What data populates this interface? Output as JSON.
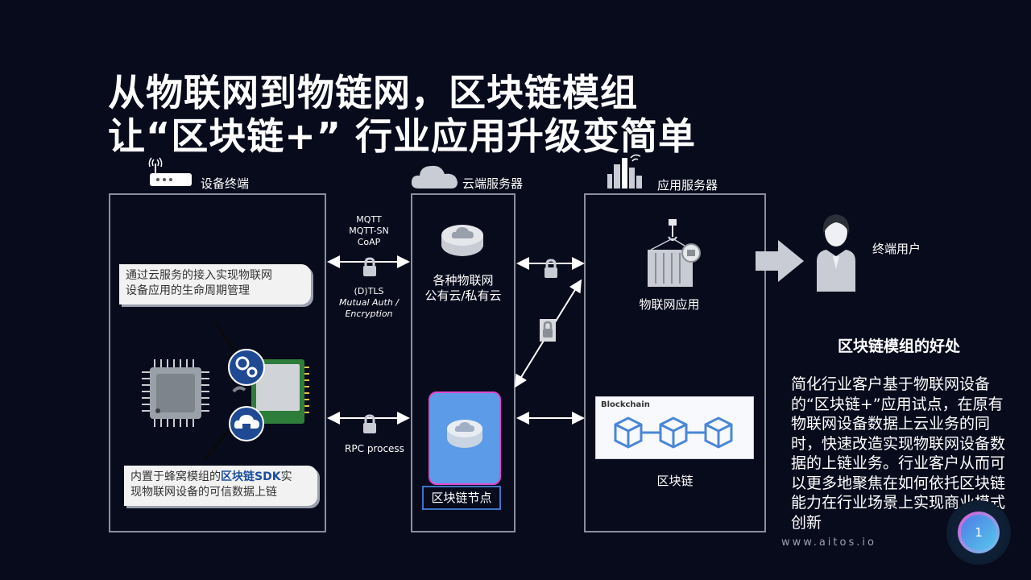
{
  "title": {
    "line1": "从物联网到物链网，区块链模组",
    "line2": "让“区块链+” 行业应用升级变简单"
  },
  "device": {
    "header": "设备终端",
    "callout_top": [
      "通过云服务的接入实现物联网",
      "设备应用的生命周期管理"
    ],
    "callout_bottom": {
      "pre": "内置于蜂窝模组的",
      "highlight": "区块链SDK",
      "post": "实",
      "line2": "现物联网设备的可信数据上链"
    }
  },
  "protocols": {
    "top": [
      "MQTT",
      "MQTT-SN",
      "CoAP"
    ],
    "security": "(D)TLS",
    "security_detail": [
      "Mutual Auth /",
      "Encryption"
    ],
    "bottom": "RPC process"
  },
  "cloud": {
    "header": "云端服务器",
    "platform_lines": [
      "各种物联网",
      "公有云/私有云"
    ],
    "node_label": "区块链节点"
  },
  "app": {
    "header": "应用服务器",
    "iot_app_label": "物联网应用",
    "blockchain_label": "区块链",
    "blockchain_title": "Blockchain"
  },
  "end_user": {
    "label": "终端用户"
  },
  "benefits": {
    "title": "区块链模组的好处",
    "body": "简化行业客户基于物联网设备的“区块链+”应用试点，在原有物联网设备数据上云业务的同时，快速改造实现物联网设备数据的上链业务。行业客户从而可以更多地聚焦在如何依托区块链能力在行业场景上实现商业模式创新"
  },
  "footer": {
    "website": "www.aitos.io",
    "page_number": "1"
  },
  "colors": {
    "background": "#080b1c",
    "panel_border": "#8c8f9a",
    "accent_blue": "#3f74c7",
    "node_pink": "#e04ad0"
  },
  "icons": [
    "router-icon",
    "cloud-icon",
    "city-icon",
    "lock-icon",
    "chip-icon",
    "gear-icon",
    "cloud-lock-icon",
    "database-icon",
    "container-crane-icon",
    "blockchain-cubes-icon",
    "arrow-right-icon",
    "user-icon"
  ]
}
